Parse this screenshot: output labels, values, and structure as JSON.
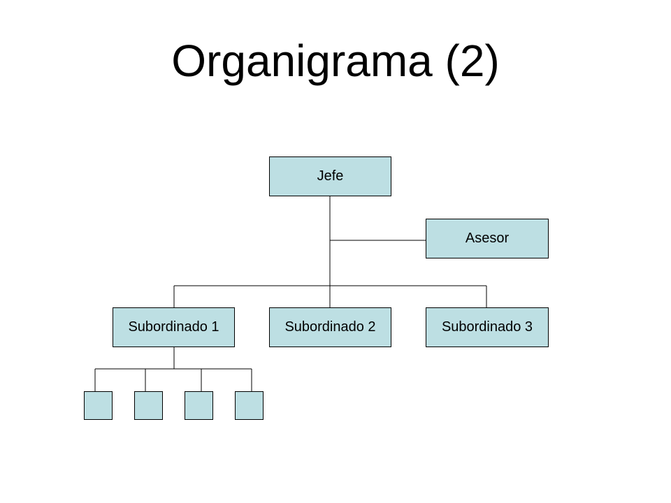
{
  "slide": {
    "title": "Organigrama (2)"
  },
  "org_chart": {
    "root": {
      "label": "Jefe"
    },
    "advisor": {
      "label": "Asesor"
    },
    "subordinates": [
      {
        "label": "Subordinado 1",
        "children_count": 4
      },
      {
        "label": "Subordinado 2",
        "children_count": 0
      },
      {
        "label": "Subordinado 3",
        "children_count": 0
      }
    ]
  },
  "colors": {
    "box_fill": "#bddfe3",
    "box_border": "#000000",
    "connector": "#000000"
  }
}
